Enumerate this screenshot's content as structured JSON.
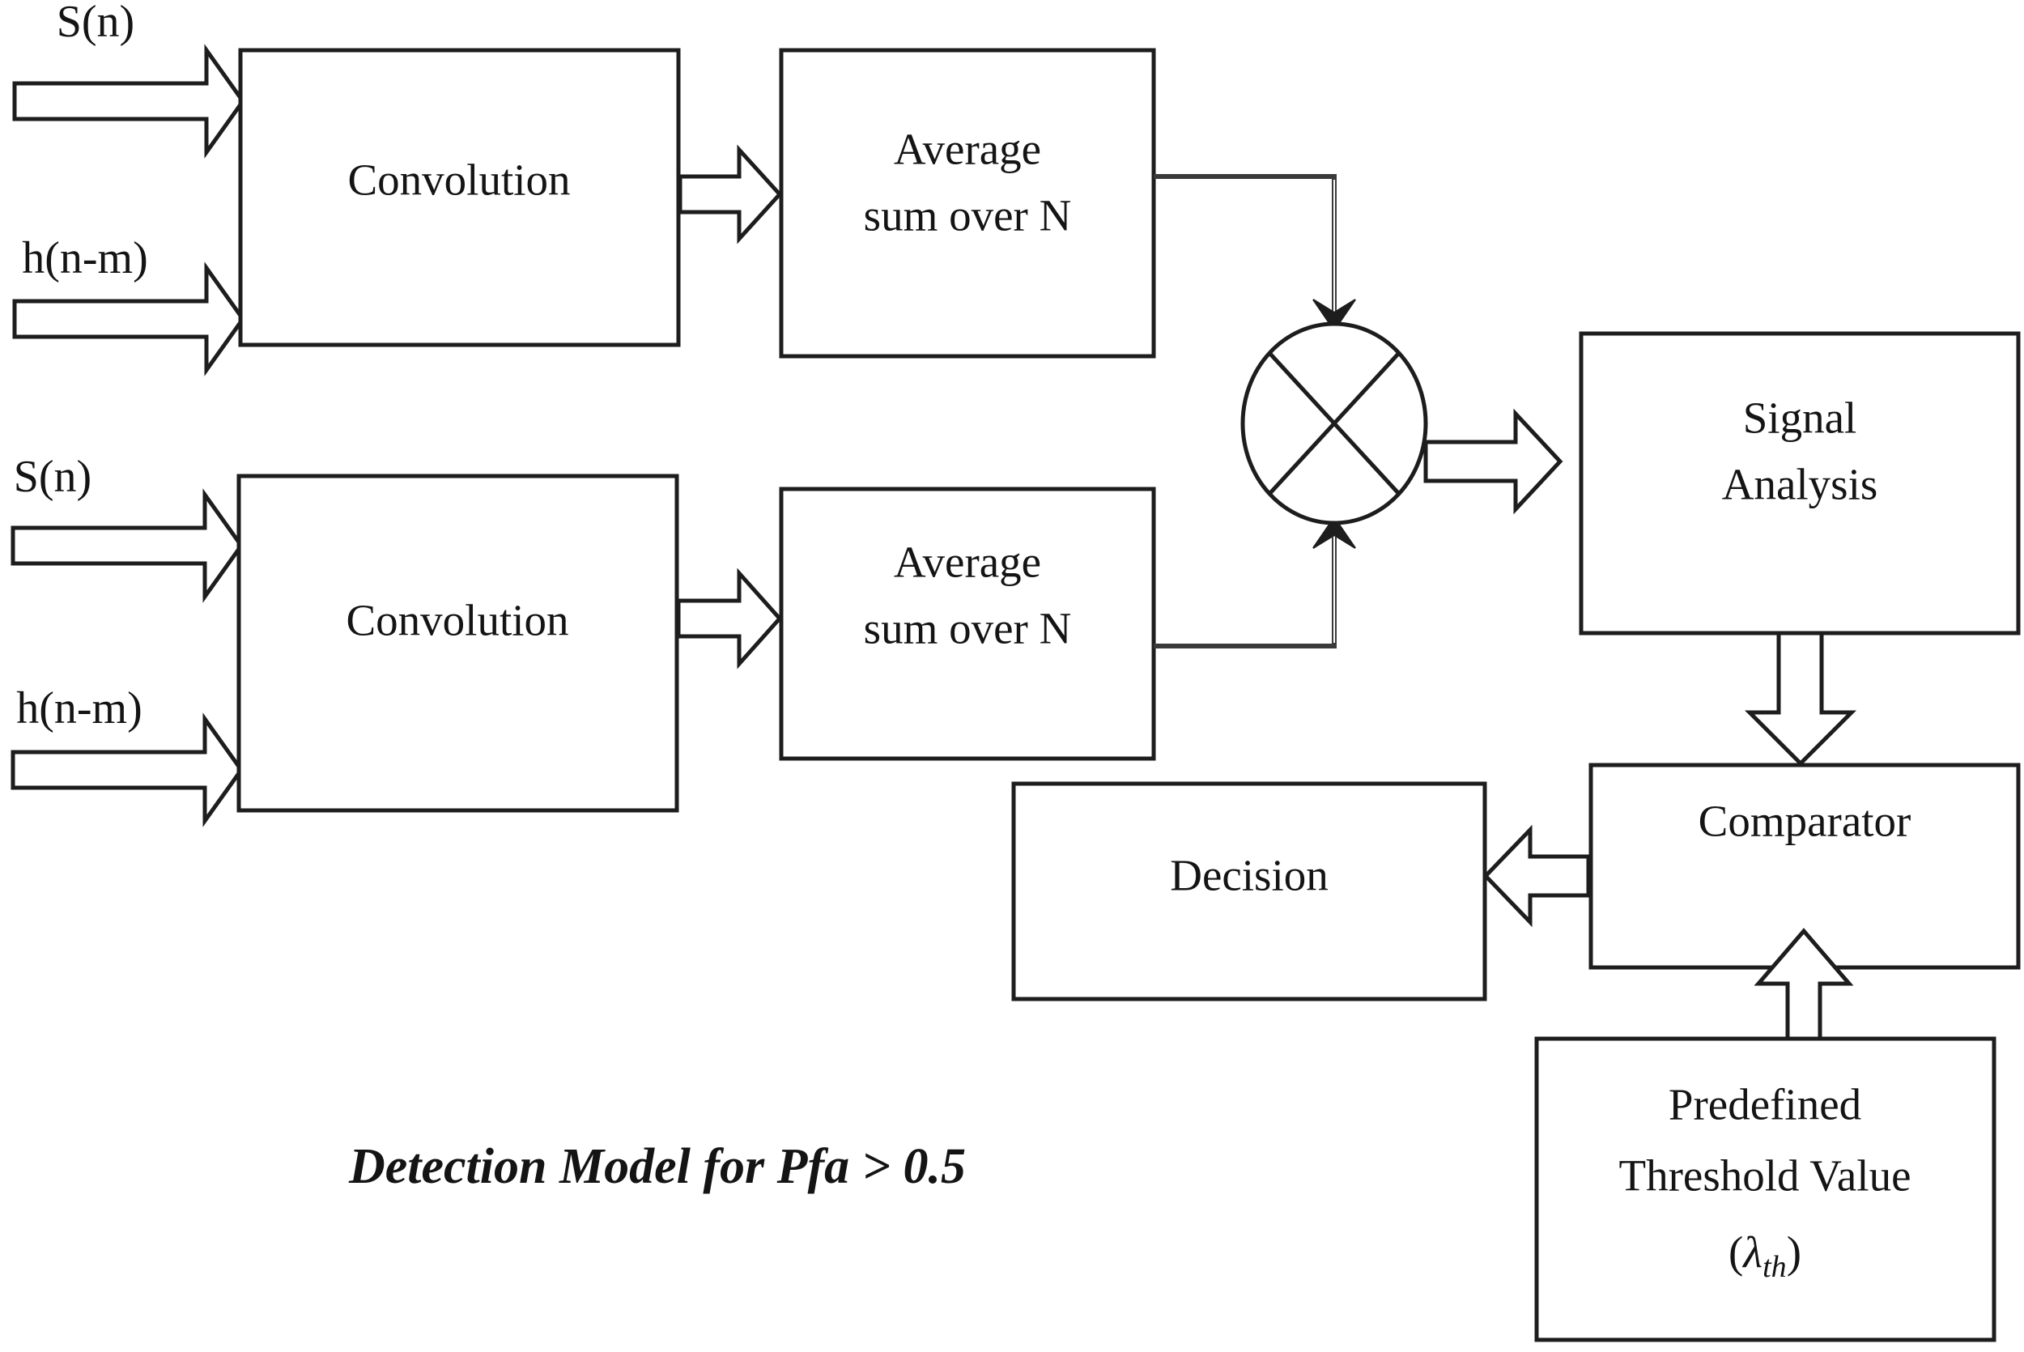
{
  "diagram": {
    "title": "Detection Model for Pfa > 0.5",
    "caption": "Detection Model for Pfa > 0.5",
    "stroke_color": "#1d1d1d",
    "background_color": "#ffffff",
    "blocks": {
      "convolution_top": {
        "label": "Convolution"
      },
      "convolution_bottom": {
        "label": "Convolution"
      },
      "average_top": {
        "line1": "Average",
        "line2": "sum over N"
      },
      "average_bottom": {
        "line1": "Average",
        "line2": "sum over N"
      },
      "signal_analysis": {
        "line1": "Signal",
        "line2": "Analysis"
      },
      "comparator": {
        "label": "Comparator"
      },
      "decision": {
        "label": "Decision"
      },
      "threshold": {
        "line1": "Predefined",
        "line2": "Threshold Value",
        "line3_open": "(",
        "line3_symbol": "λ",
        "line3_sub": "th",
        "line3_close": ")"
      }
    },
    "inputs": {
      "top_signal": "S(n)",
      "top_impulse": "h(n-m)",
      "bottom_signal": "S(n)",
      "bottom_impulse": "h(n-m)"
    },
    "multiplier": {
      "symbol": "x-cross",
      "name": "multiplier-node"
    }
  }
}
